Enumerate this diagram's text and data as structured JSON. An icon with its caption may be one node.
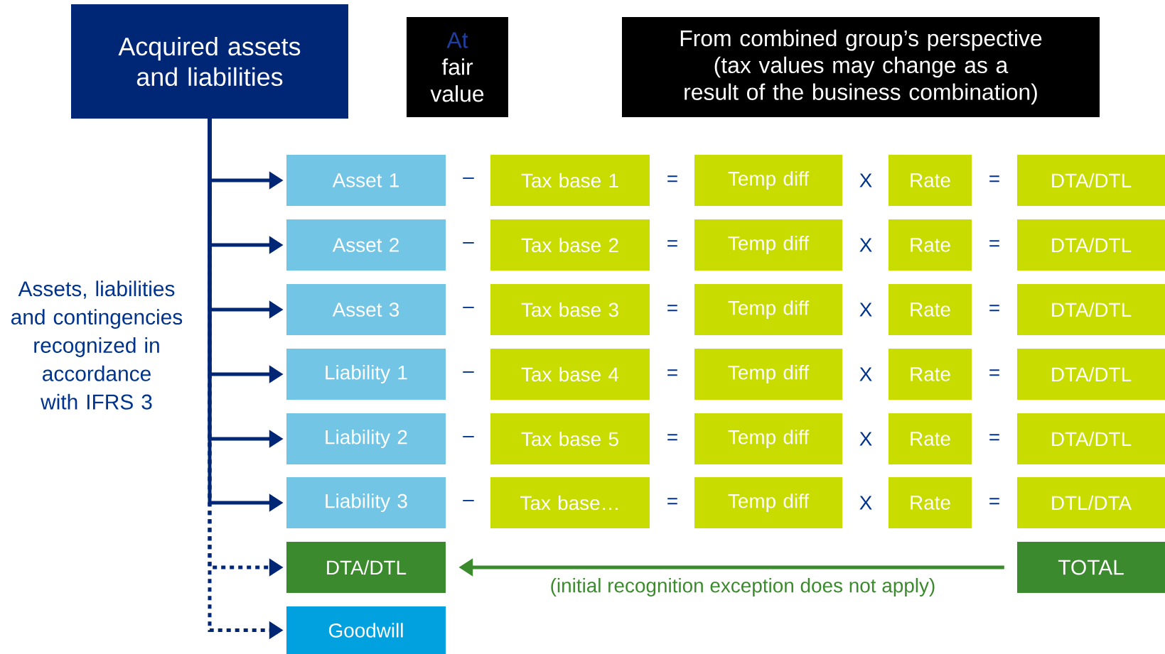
{
  "diagram": {
    "nodes": [
      {
        "text": [
          "Acquired assets and liabilities"
        ]
      },
      {
        "text": [
          "At",
          "fair value"
        ]
      },
      {
        "text": [
          "From combined group’s perspective (tax values may change as a result of the business combination)"
        ]
      },
      {
        "text": [
          "Asset 1"
        ]
      },
      {
        "text": [
          "Tax base 1"
        ]
      },
      {
        "text": [
          "Temp diff"
        ]
      },
      {
        "text": [
          "Rate"
        ]
      },
      {
        "text": [
          "DTA/DTL"
        ]
      },
      {
        "text": [
          "Asset 2"
        ]
      },
      {
        "text": [
          "Tax base 2"
        ]
      },
      {
        "text": [
          "Temp diff"
        ]
      },
      {
        "text": [
          "Rate"
        ]
      },
      {
        "text": [
          "DTA/DTL"
        ]
      },
      {
        "text": [
          "Asset 3"
        ]
      },
      {
        "text": [
          "Tax base 3"
        ]
      },
      {
        "text": [
          "Temp diff"
        ]
      },
      {
        "text": [
          "Rate"
        ]
      },
      {
        "text": [
          "DTA/DTL"
        ]
      },
      {
        "text": [
          "Liability 1"
        ]
      },
      {
        "text": [
          "Tax base 4"
        ]
      },
      {
        "text": [
          "Temp diff"
        ]
      },
      {
        "text": [
          "Rate"
        ]
      },
      {
        "text": [
          "DTA/DTL"
        ]
      },
      {
        "text": [
          "Liability 2"
        ]
      },
      {
        "text": [
          "Tax base 5"
        ]
      },
      {
        "text": [
          "Temp diff"
        ]
      },
      {
        "text": [
          "Rate"
        ]
      },
      {
        "text": [
          "DTA/DTL"
        ]
      },
      {
        "text": [
          "Liability 3"
        ]
      },
      {
        "text": [
          "Tax base…"
        ]
      },
      {
        "text": [
          "Temp diff"
        ]
      },
      {
        "text": [
          "Rate"
        ]
      },
      {
        "text": [
          "DTL/DTA"
        ]
      },
      {
        "text": [
          "DTA/DTL"
        ]
      },
      {
        "text": [
          "Goodwill"
        ]
      },
      {
        "text": [
          "TOTAL"
        ]
      }
    ],
    "edges": [
      {
        "from": 0,
        "to": 3,
        "arrow": "to"
      },
      {
        "from": 0,
        "to": 8,
        "arrow": "to"
      },
      {
        "from": 0,
        "to": 13,
        "arrow": "to"
      },
      {
        "from": 0,
        "to": 18,
        "arrow": "to"
      },
      {
        "from": 0,
        "to": 23,
        "arrow": "to"
      },
      {
        "from": 0,
        "to": 28,
        "arrow": "to"
      },
      {
        "from": 0,
        "to": 33,
        "arrow": "to",
        "style": "dashed"
      },
      {
        "from": 0,
        "to": 34,
        "arrow": "to",
        "style": "dashed"
      },
      {
        "from": 35,
        "to": 33,
        "arrow": "to",
        "color": "#3c8a2e",
        "label": "(initial recognition exception does not apply)"
      }
    ],
    "labels": [
      "Assets, liabilities and contingencies recognized in accordance with IFRS 3",
      "–",
      "=",
      "X",
      "=",
      "–",
      "=",
      "X",
      "=",
      "–",
      "=",
      "X",
      "=",
      "–",
      "=",
      "X",
      "=",
      "–",
      "=",
      "X",
      "=",
      "–",
      "=",
      "X",
      "="
    ]
  }
}
